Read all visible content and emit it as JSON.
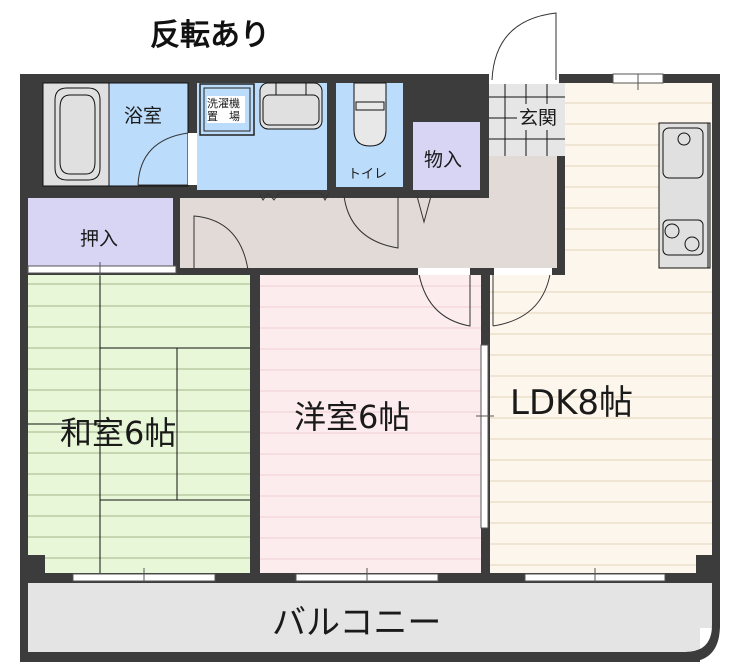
{
  "title": "反転あり",
  "colors": {
    "wall": "#3c3c3c",
    "bath": "#bcdcfb",
    "closet": "#d8d4f4",
    "hall": "#e2dad6",
    "washitsu": "#e8f7d8",
    "yoshitsu": "#fdeced",
    "ldk": "#fdf6ec",
    "genkan": "#e6e6e6",
    "balcony": "#e4e4e4",
    "fixture": "#e0e0e0"
  },
  "rooms": {
    "bathroom": "浴室",
    "washer": {
      "line1": "洗濯機",
      "line2": "置　場"
    },
    "toilet": "トイレ",
    "storage": "物入",
    "genkan": "玄関",
    "oshiire": "押入",
    "washitsu": "和室6帖",
    "yoshitsu": "洋室6帖",
    "ldk": "LDK8帖",
    "balcony": "バルコニー"
  }
}
